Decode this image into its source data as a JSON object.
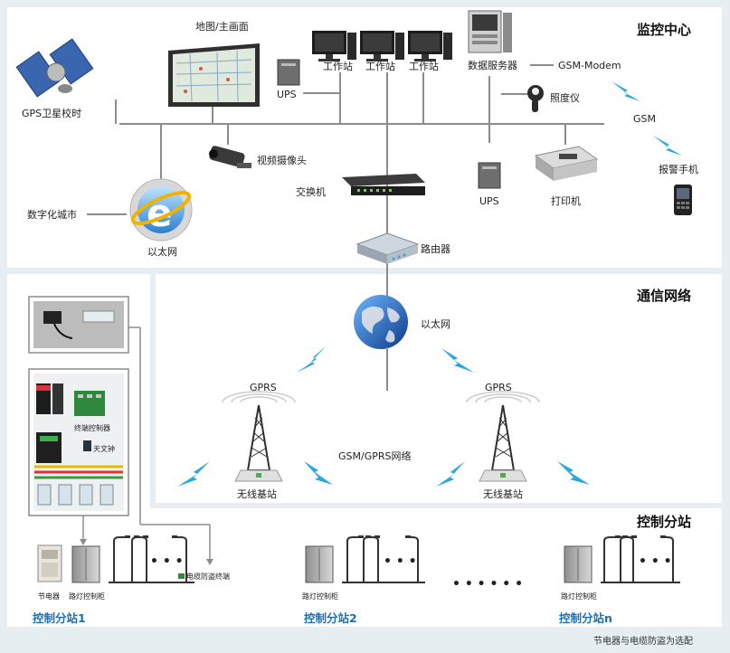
{
  "sections": {
    "monitor": "监控中心",
    "network": "通信网络",
    "station": "控制分站"
  },
  "monitor": {
    "map_screen": "地图/主画面",
    "workstation_1": "工作站",
    "workstation_2": "工作站",
    "workstation_3": "工作站",
    "data_server": "数据服务器",
    "gsm_modem": "GSM-Modem",
    "gps": "GPS卫星校时",
    "ups_1": "UPS",
    "illuminometer": "照度仪",
    "gsm": "GSM",
    "camera": "视频摄像头",
    "alarm_phone": "报警手机",
    "digital_city": "数字化城市",
    "ethernet": "以太网",
    "switch": "交换机",
    "ups_2": "UPS",
    "printer": "打印机",
    "router": "路由器"
  },
  "network": {
    "ethernet": "以太网",
    "gprs_left": "GPRS",
    "gprs_right": "GPRS",
    "gsm_gprs_network": "GSM/GPRS网络",
    "base_station_left": "无线基站",
    "base_station_right": "无线基站"
  },
  "station": {
    "terminal_controller": "终端控制器",
    "astronomical_clock": "天文钟",
    "energy_saver": "节电器",
    "cabinet_1": "路灯控制柜",
    "cable_terminal": "电缆防盗终端",
    "cabinet_2": "路灯控制柜",
    "cabinet_n": "路灯控制柜",
    "dots_1": "• • •",
    "dots_2": "• • •",
    "dots_3": "• • •",
    "dots_between": "• • • • • •",
    "name_1": "控制分站1",
    "name_2": "控制分站2",
    "name_n": "控制分站n"
  },
  "footnote": "节电器与电缆防盗为选配"
}
